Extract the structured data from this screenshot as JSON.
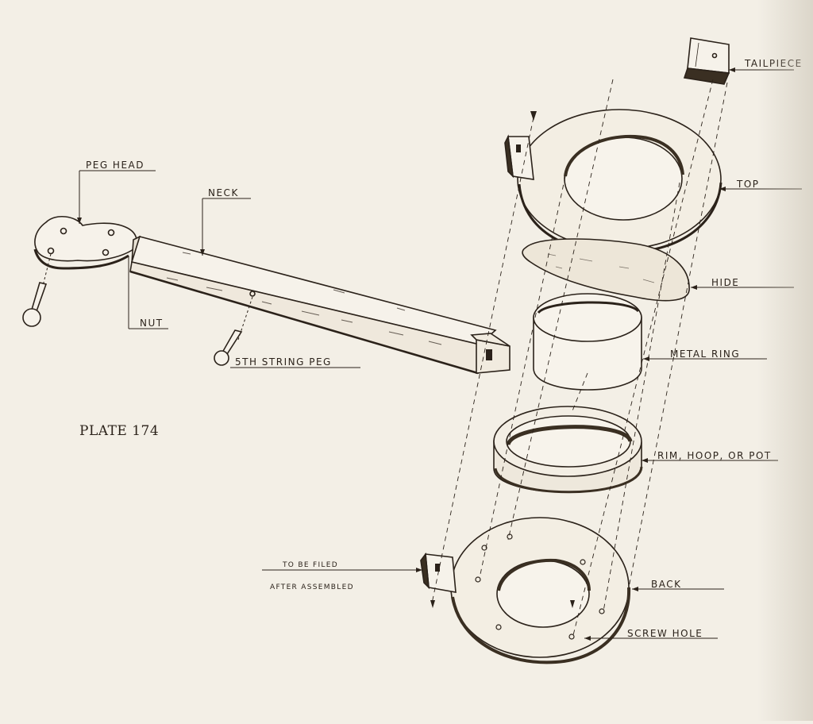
{
  "plate_label": "PLATE 174",
  "labels": {
    "tailpiece": "TAILPIECE",
    "top": "TOP",
    "hide": "HIDE",
    "metal_ring": "METAL RING",
    "rim": "RIM, HOOP, OR POT",
    "back": "BACK",
    "screw_hole": "SCREW HOLE",
    "to_be_filed_1": "TO BE FILED",
    "to_be_filed_2": "AFTER ASSEMBLED",
    "peg_head": "PEG HEAD",
    "neck": "NECK",
    "nut": "NUT",
    "fifth_string_peg": "5TH STRING PEG"
  },
  "colors": {
    "paper": "#f3efe6",
    "ink": "#2b221a",
    "shading": "#3a2f22"
  }
}
